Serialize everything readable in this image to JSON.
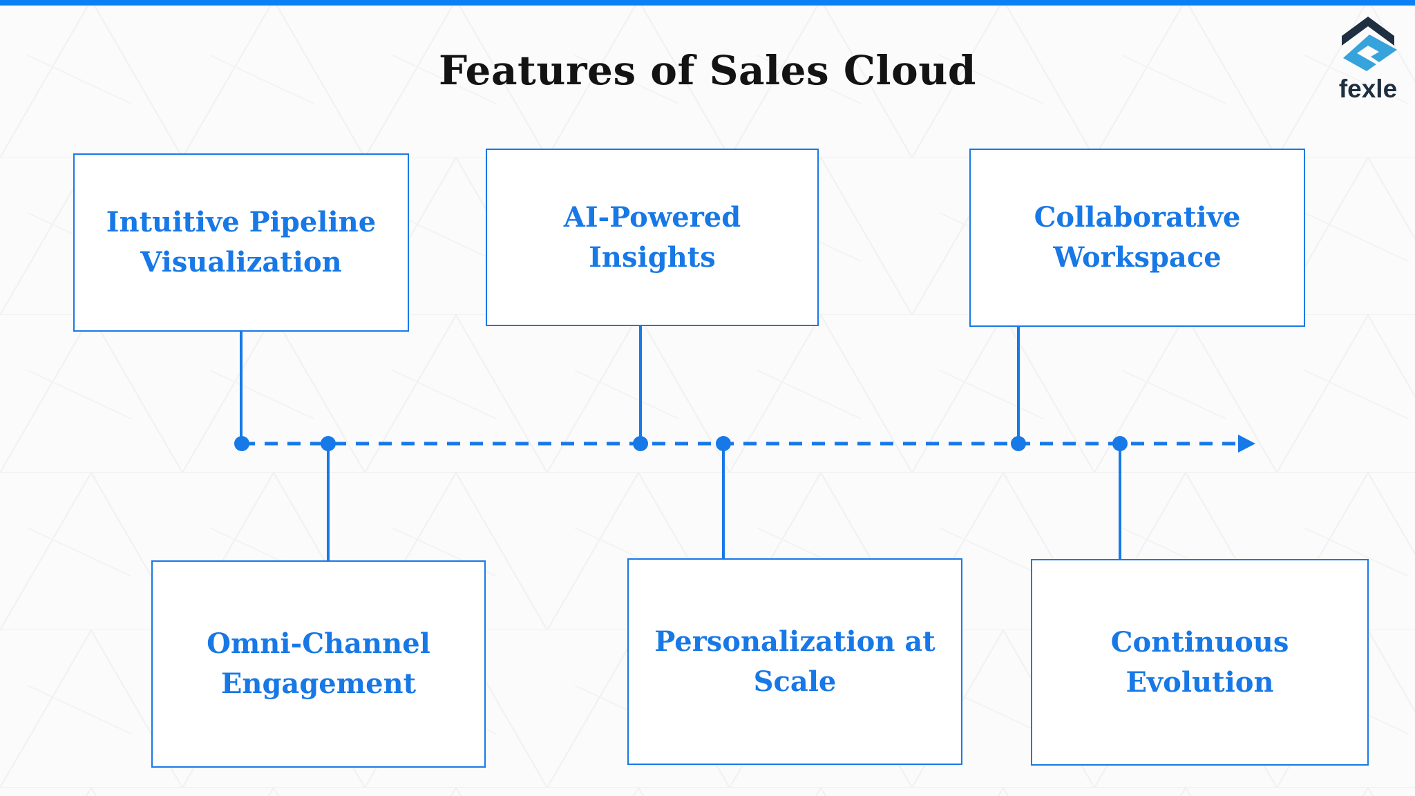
{
  "page": {
    "title": "Features of Sales Cloud"
  },
  "logo": {
    "text": "fexle"
  },
  "features": [
    "Intuitive Pipeline\nVisualization",
    "AI-Powered\nInsights",
    "Collaborative\nWorkspace",
    "Omni-Channel\nEngagement",
    "Personalization at\nScale",
    "Continuous\nEvolution"
  ],
  "diagram": {
    "type": "timeline",
    "direction": "left-to-right",
    "top_row_features": [
      "Intuitive Pipeline Visualization",
      "AI-Powered Insights",
      "Collaborative Workspace"
    ],
    "bottom_row_features": [
      "Omni-Channel Engagement",
      "Personalization at Scale",
      "Continuous Evolution"
    ],
    "dot_count": 6,
    "line_style": "dashed-with-arrow"
  },
  "colors": {
    "accent_bar": "#0b80f5",
    "primary_blue": "#1778e8",
    "title_text": "#131313",
    "logo_navy": "#1d2f40",
    "logo_blue": "#37a3dc",
    "box_background": "#ffffff",
    "page_background": "#fbfbfb"
  }
}
